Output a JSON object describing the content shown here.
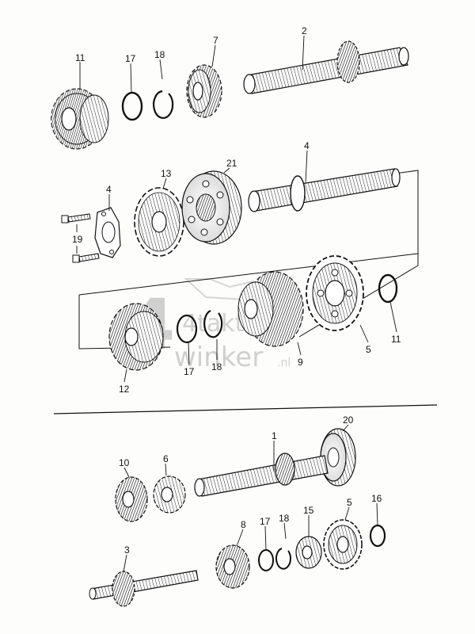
{
  "diagram": {
    "callouts": {
      "c11a": "11",
      "c17a": "17",
      "c18a": "18",
      "c7": "7",
      "c2": "2",
      "c4a": "4",
      "c13": "13",
      "c21": "21",
      "c4b": "4",
      "c19": "19",
      "c12": "12",
      "c17b": "17",
      "c18b": "18",
      "c9": "9",
      "c5a": "5",
      "c11b": "11",
      "c20": "20",
      "c1": "1",
      "c10": "10",
      "c6": "6",
      "c3": "3",
      "c8": "8",
      "c17c": "17",
      "c18c": "18",
      "c15": "15",
      "c5b": "5",
      "c16": "16"
    },
    "watermark": {
      "line1": "4takt",
      "line2": "winker",
      "suffix": ".nl"
    }
  }
}
